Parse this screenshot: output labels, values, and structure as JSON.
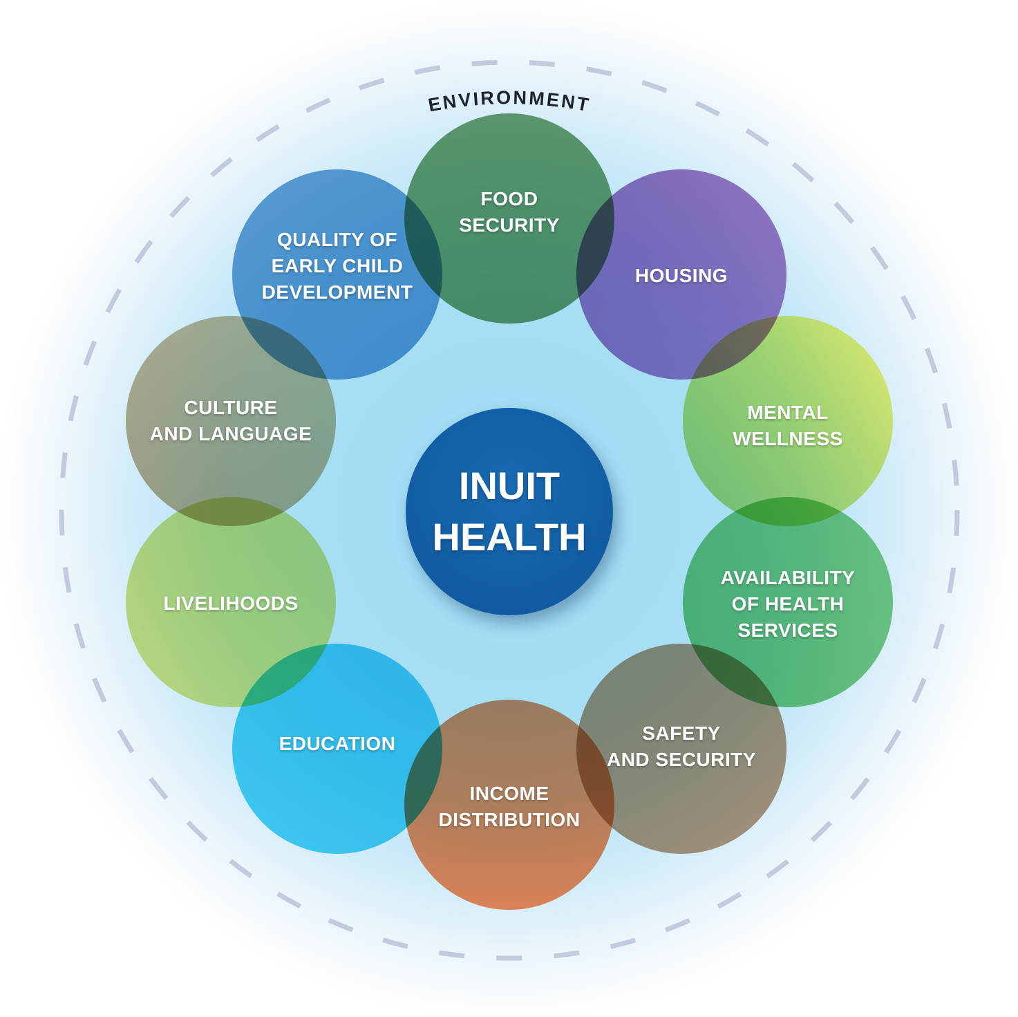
{
  "outer_ring": {
    "label": "ENVIRONMENT",
    "text_color": "#1d222b",
    "dash_color": "#c0cbdd"
  },
  "page_background": {
    "center_color": "#9edaf3",
    "edge_color": "#ffffff"
  },
  "center": {
    "label": "INUIT HEALTH",
    "lines": [
      "INUIT",
      "HEALTH"
    ],
    "background": "radial-gradient(circle at 50% 40%, #186ab1 0%, #115a9f 80%)",
    "text_color": "#ffffff"
  },
  "determinants": [
    {
      "label": "FOOD SECURITY",
      "lines": [
        "FOOD",
        "SECURITY"
      ],
      "background": "#6aa06e"
    },
    {
      "label": "HOUSING",
      "lines": [
        "HOUSING"
      ],
      "background": "linear-gradient(135deg, #9d73bd 0%, #ab7fc6 100%)"
    },
    {
      "label": "MENTAL WELLNESS",
      "lines": [
        "MENTAL",
        "WELLNESS"
      ],
      "background": "linear-gradient(45deg, #aeda7c 10%, #fdf772 95%)"
    },
    {
      "label": "AVAILABILITY OF HEALTH SERVICES",
      "lines": [
        "AVAILABILITY",
        "OF HEALTH",
        "SERVICES"
      ],
      "background": "linear-gradient(45deg, #69c57b 0%, #80d085 100%)"
    },
    {
      "label": "SAFETY AND SECURITY",
      "lines": [
        "SAFETY",
        "AND SECURITY"
      ],
      "background": "#b9987b"
    },
    {
      "label": "INCOME DISTRIBUTION",
      "lines": [
        "INCOME",
        "DISTRIBUTION"
      ],
      "background": "linear-gradient(180deg, #e98f66 0%, #ff8a58 100%)"
    },
    {
      "label": "EDUCATION",
      "lines": [
        "EDUCATION"
      ],
      "background": "#46d3f3"
    },
    {
      "label": "LIVELIHOODS",
      "lines": [
        "LIVELIHOODS"
      ],
      "background": "linear-gradient(135deg, #cfe07f 0%, #dde787 100%)"
    },
    {
      "label": "CULTURE AND LANGUAGE",
      "lines": [
        "CULTURE",
        "AND LANGUAGE"
      ],
      "background": "linear-gradient(45deg, #bca987 0%, #cdbf9c 100%)"
    },
    {
      "label": "QUALITY OF EARLY CHILD DEVELOPMENT",
      "lines": [
        "QUALITY OF",
        "EARLY CHILD",
        "DEVELOPMENT"
      ],
      "background": "#64a3d5"
    }
  ]
}
